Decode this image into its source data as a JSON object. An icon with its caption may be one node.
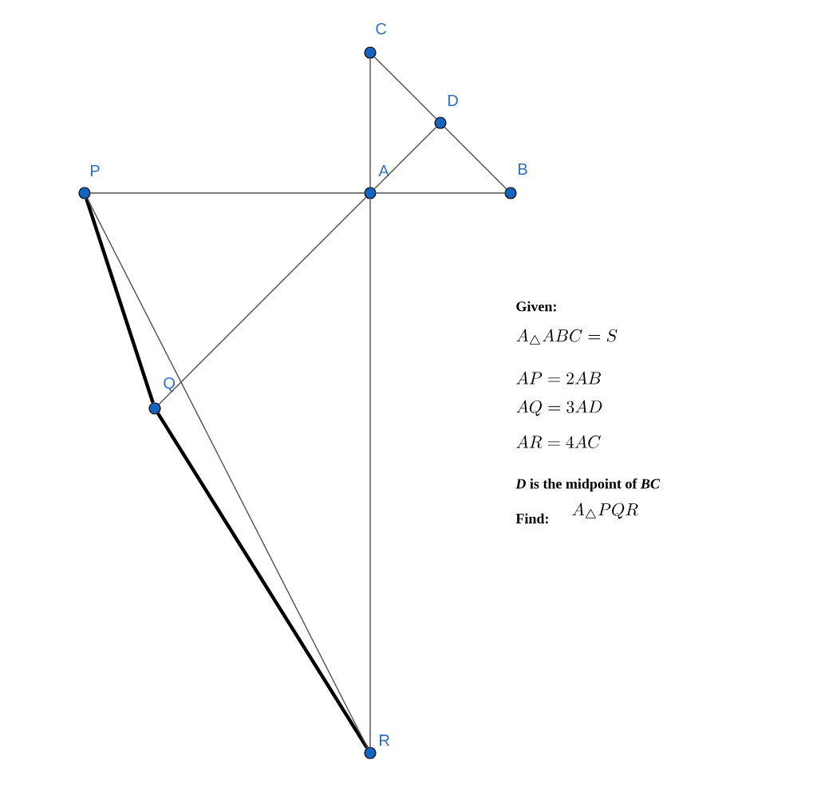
{
  "diagram": {
    "nodes": [
      {
        "text": [
          "C"
        ]
      },
      {
        "text": [
          "D"
        ]
      },
      {
        "text": [
          "P"
        ]
      },
      {
        "text": [
          "A"
        ]
      },
      {
        "text": [
          "B"
        ]
      },
      {
        "text": [
          "Q"
        ]
      },
      {
        "text": [
          "R"
        ]
      }
    ],
    "edges": [
      {
        "from": 0,
        "to": 3,
        "arrow": "none"
      },
      {
        "from": 3,
        "to": 6,
        "arrow": "none"
      },
      {
        "from": 0,
        "to": 1,
        "arrow": "none"
      },
      {
        "from": 1,
        "to": 4,
        "arrow": "none"
      },
      {
        "from": 2,
        "to": 3,
        "arrow": "none"
      },
      {
        "from": 3,
        "to": 4,
        "arrow": "none"
      },
      {
        "from": 5,
        "to": 3,
        "arrow": "none"
      },
      {
        "from": 3,
        "to": 1,
        "arrow": "none"
      },
      {
        "from": 2,
        "to": 5,
        "arrow": "none",
        "style": "thick"
      },
      {
        "from": 5,
        "to": 6,
        "arrow": "none",
        "style": "thick"
      },
      {
        "from": 2,
        "to": 6,
        "arrow": "none"
      }
    ],
    "labels": [
      "Given:",
      "A_{\\triangle}ABC = S",
      "AP = 2AB",
      "AQ = 3AD",
      "AR = 4AC",
      "*D* is the midpoint of *BC*",
      "Find:",
      "A_{\\triangle}PQR"
    ]
  }
}
